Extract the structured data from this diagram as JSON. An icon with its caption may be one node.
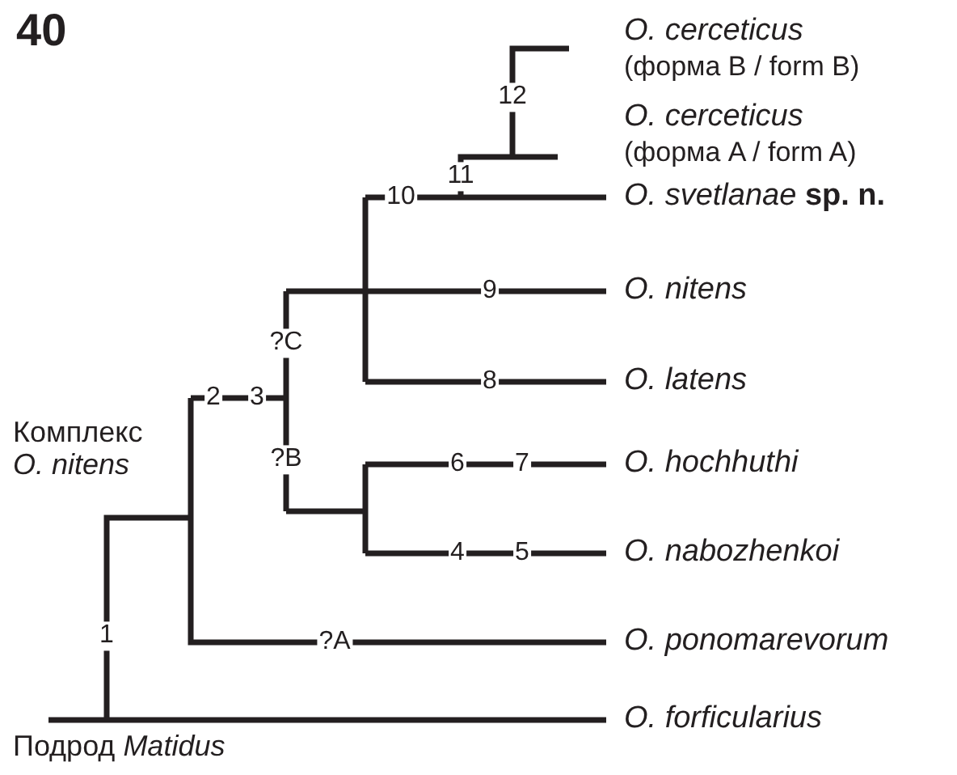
{
  "diagram": {
    "title": "40",
    "labels": [
      "O. cerceticus",
      "(форма B / form B)",
      "12",
      "O. cerceticus",
      "(форма A / form A)",
      "11",
      "10",
      "*O. svetlanae* **sp. n.**",
      "9",
      "O. nitens",
      "?C",
      "8",
      "O. latens",
      "2",
      "3",
      "Комплекс *O. nitens*",
      "?B",
      "6",
      "7",
      "O. hochhuthi",
      "4",
      "5",
      "O. nabozhenkoi",
      "1",
      "?A",
      "O. ponomarevorum",
      "O. forficularius",
      "Подрод *Matidus*"
    ]
  }
}
